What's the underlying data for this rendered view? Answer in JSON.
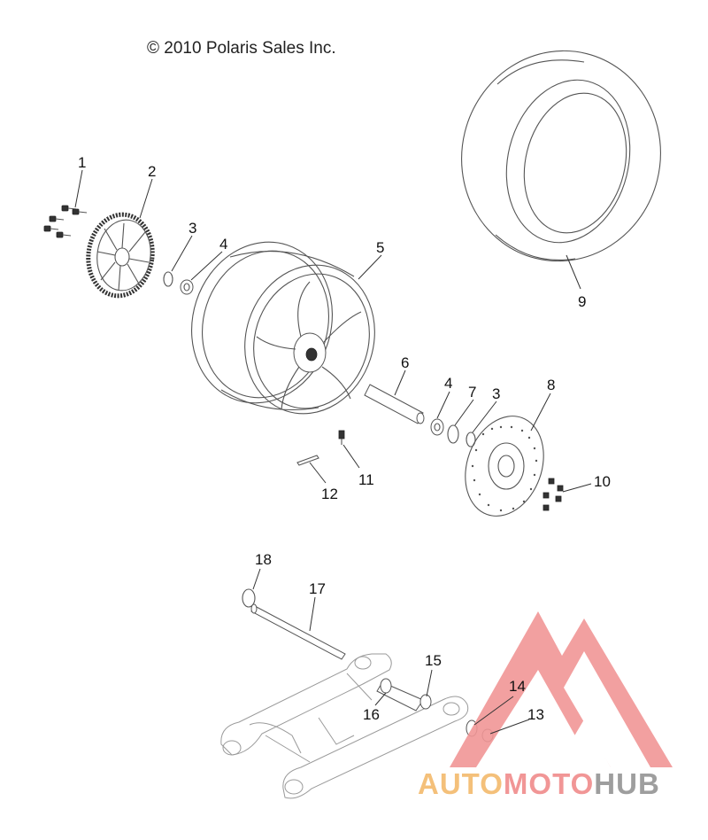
{
  "header": {
    "copyright": "© 2010 Polaris Sales Inc."
  },
  "callouts": [
    {
      "id": "1",
      "text": "1"
    },
    {
      "id": "2",
      "text": "2"
    },
    {
      "id": "3a",
      "text": "3"
    },
    {
      "id": "4a",
      "text": "4"
    },
    {
      "id": "5",
      "text": "5"
    },
    {
      "id": "6",
      "text": "6"
    },
    {
      "id": "4b",
      "text": "4"
    },
    {
      "id": "7",
      "text": "7"
    },
    {
      "id": "3b",
      "text": "3"
    },
    {
      "id": "8",
      "text": "8"
    },
    {
      "id": "9",
      "text": "9"
    },
    {
      "id": "10",
      "text": "10"
    },
    {
      "id": "11",
      "text": "11"
    },
    {
      "id": "12",
      "text": "12"
    },
    {
      "id": "13",
      "text": "13"
    },
    {
      "id": "14",
      "text": "14"
    },
    {
      "id": "15",
      "text": "15"
    },
    {
      "id": "16",
      "text": "16"
    },
    {
      "id": "17",
      "text": "17"
    },
    {
      "id": "18",
      "text": "18"
    }
  ],
  "watermark": {
    "part_a": "AUTO",
    "part_b": "MOTO",
    "part_c": "HUB",
    "logo_color": "#f19696",
    "accent_color": "#f4c07a"
  }
}
